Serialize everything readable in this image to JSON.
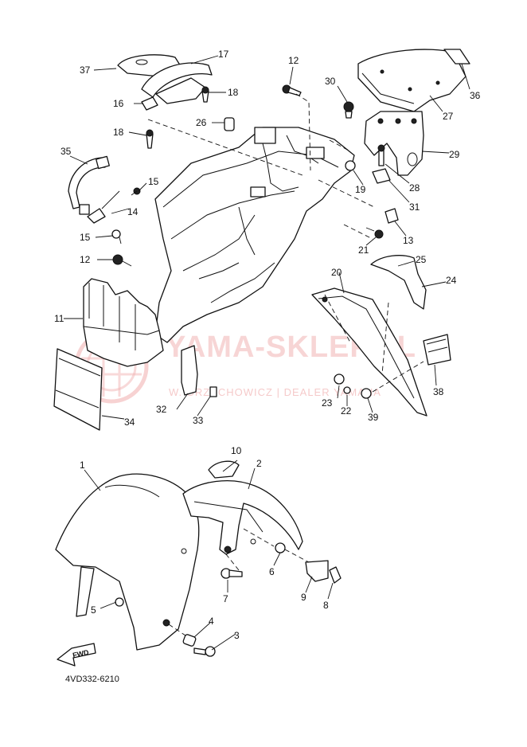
{
  "diagram_code": "4VD332-6210",
  "watermark": {
    "brand": "YAMA-SKLEP.PL",
    "subtitle": "W. GRZECHOWICZ | DEALER YAMAHA",
    "color": "#f2b4b4"
  },
  "arrow_label": "FWD",
  "callouts": [
    {
      "id": "1",
      "label": "1"
    },
    {
      "id": "2",
      "label": "2"
    },
    {
      "id": "3",
      "label": "3"
    },
    {
      "id": "4",
      "label": "4"
    },
    {
      "id": "5",
      "label": "5"
    },
    {
      "id": "6",
      "label": "6"
    },
    {
      "id": "7",
      "label": "7"
    },
    {
      "id": "8",
      "label": "8"
    },
    {
      "id": "9",
      "label": "9"
    },
    {
      "id": "10",
      "label": "10"
    },
    {
      "id": "11",
      "label": "11"
    },
    {
      "id": "12a",
      "label": "12"
    },
    {
      "id": "12b",
      "label": "12"
    },
    {
      "id": "13",
      "label": "13"
    },
    {
      "id": "14",
      "label": "14"
    },
    {
      "id": "15a",
      "label": "15"
    },
    {
      "id": "15b",
      "label": "15"
    },
    {
      "id": "16",
      "label": "16"
    },
    {
      "id": "17",
      "label": "17"
    },
    {
      "id": "18a",
      "label": "18"
    },
    {
      "id": "18b",
      "label": "18"
    },
    {
      "id": "19",
      "label": "19"
    },
    {
      "id": "20",
      "label": "20"
    },
    {
      "id": "21",
      "label": "21"
    },
    {
      "id": "22",
      "label": "22"
    },
    {
      "id": "23",
      "label": "23"
    },
    {
      "id": "24",
      "label": "24"
    },
    {
      "id": "25",
      "label": "25"
    },
    {
      "id": "26",
      "label": "26"
    },
    {
      "id": "27",
      "label": "27"
    },
    {
      "id": "28",
      "label": "28"
    },
    {
      "id": "29",
      "label": "29"
    },
    {
      "id": "30",
      "label": "30"
    },
    {
      "id": "31",
      "label": "31"
    },
    {
      "id": "32",
      "label": "32"
    },
    {
      "id": "33",
      "label": "33"
    },
    {
      "id": "34",
      "label": "34"
    },
    {
      "id": "35",
      "label": "35"
    },
    {
      "id": "36",
      "label": "36"
    },
    {
      "id": "37",
      "label": "37"
    },
    {
      "id": "38",
      "label": "38"
    },
    {
      "id": "39",
      "label": "39"
    }
  ]
}
